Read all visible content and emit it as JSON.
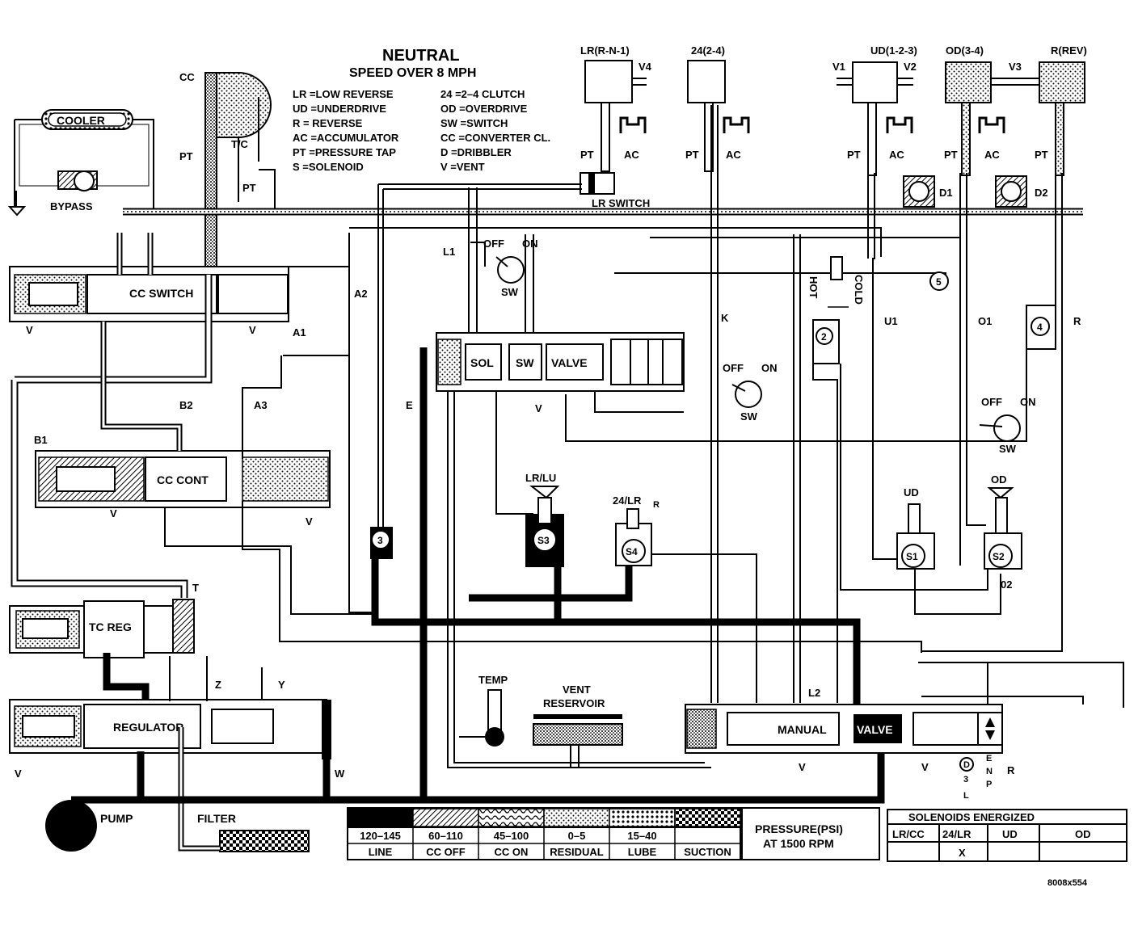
{
  "title": "NEUTRAL",
  "subtitle": "SPEED OVER 8 MPH",
  "legend_left": [
    "LR =LOW REVERSE",
    "UD =UNDERDRIVE",
    "R  = REVERSE",
    "AC =ACCUMULATOR",
    "PT =PRESSURE TAP",
    "S  =SOLENOID"
  ],
  "legend_right": [
    "24 =2–4 CLUTCH",
    "OD =OVERDRIVE",
    "SW =SWITCH",
    "CC =CONVERTER CL.",
    "D  =DRIBBLER",
    "V  =VENT"
  ],
  "clutches": {
    "lr": "LR(R-N-1)",
    "c24": "24(2-4)",
    "ud": "UD(1-2-3)",
    "od": "OD(3-4)",
    "rev": "R(REV)"
  },
  "labels": {
    "cooler": "COOLER",
    "bypass": "BYPASS",
    "cc": "CC",
    "tc": "T/C",
    "pt": "PT",
    "ac": "AC",
    "v": "V",
    "v1": "V1",
    "v2": "V2",
    "v3": "V3",
    "v4": "V4",
    "lr_switch": "LR SWITCH",
    "cc_switch": "CC SWITCH",
    "cc_cont": "CC CONT",
    "tc_reg": "TC REG",
    "regulator": "REGULATOR",
    "pump": "PUMP",
    "filter": "FILTER",
    "temp": "TEMP",
    "vent": "VENT",
    "reservoir": "RESERVOIR",
    "manual": "MANUAL",
    "valve": "VALVE",
    "sol": "SOL",
    "sw": "SW",
    "off": "OFF",
    "on": "ON",
    "hot": "HOT",
    "cold": "COLD",
    "d1": "D1",
    "d2": "D2",
    "l1": "L1",
    "l2": "L2",
    "a1": "A1",
    "a2": "A2",
    "a3": "A3",
    "b1": "B1",
    "b2": "B2",
    "e": "E",
    "k": "K",
    "u1": "U1",
    "o1": "O1",
    "o2": "02",
    "r": "R",
    "t": "T",
    "w": "W",
    "z": "Z",
    "y": "Y",
    "lr_lu": "LR/LU",
    "c24_lr": "24/LR",
    "ud": "UD",
    "od": "OD",
    "s1": "S1",
    "s2": "S2",
    "s3": "S3",
    "s4": "S4",
    "n2": "2",
    "n3": "3",
    "n4": "4",
    "n5": "5",
    "gear_d": "D",
    "gear_3": "3",
    "gear_l": "L",
    "gear_n": "N",
    "gear_p": "P",
    "gear_r": "R",
    "gear_e": "E",
    "fig_id": "8008x554"
  },
  "pressure_legend": {
    "title_line1": "PRESSURE(PSI)",
    "title_line2": "AT 1500 RPM",
    "entries": [
      {
        "range": "120–145",
        "name": "LINE",
        "pattern": "solid"
      },
      {
        "range": "60–110",
        "name": "CC OFF",
        "pattern": "hatch"
      },
      {
        "range": "45–100",
        "name": "CC ON",
        "pattern": "wave"
      },
      {
        "range": "0–5",
        "name": "RESIDUAL",
        "pattern": "dots"
      },
      {
        "range": "15–40",
        "name": "LUBE",
        "pattern": "lube"
      },
      {
        "range": "",
        "name": "SUCTION",
        "pattern": "check"
      }
    ]
  },
  "solenoid_table": {
    "title": "SOLENOIDS ENERGIZED",
    "headers": [
      "LR/CC",
      "24/LR",
      "UD",
      "OD"
    ],
    "row": [
      "",
      "X",
      "",
      ""
    ]
  }
}
